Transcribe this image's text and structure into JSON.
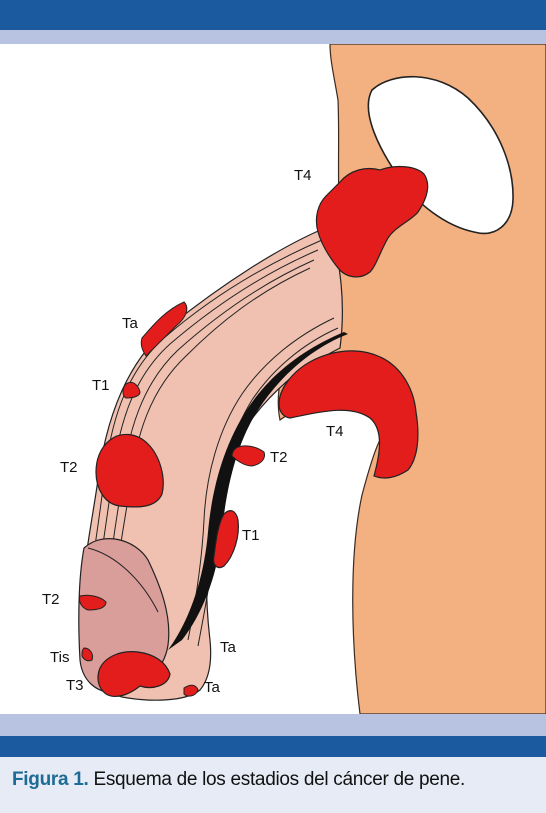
{
  "colors": {
    "band_dark": "#1b5a9f",
    "band_light": "#b8c3e2",
    "caption_background": "#e6ebf5",
    "caption_label": "#1d6c95",
    "body_skin": "#f3b081",
    "shaft": "#f0c0b0",
    "glans": "#d99d9a",
    "tumor": "#e31c1c",
    "urethra": "#111111"
  },
  "figure": {
    "labels": {
      "t4_top": "T4",
      "ta_upper": "Ta",
      "t1_left": "T1",
      "t2_left": "T2",
      "t4_right": "T4",
      "t2_right": "T2",
      "t1_right": "T1",
      "t2_glans": "T2",
      "tis": "Tis",
      "t3": "T3",
      "ta_lower_1": "Ta",
      "ta_lower_2": "Ta"
    },
    "caption": {
      "label": "Figura 1.",
      "text": " Esquema de los estadios del cáncer de pene."
    }
  }
}
